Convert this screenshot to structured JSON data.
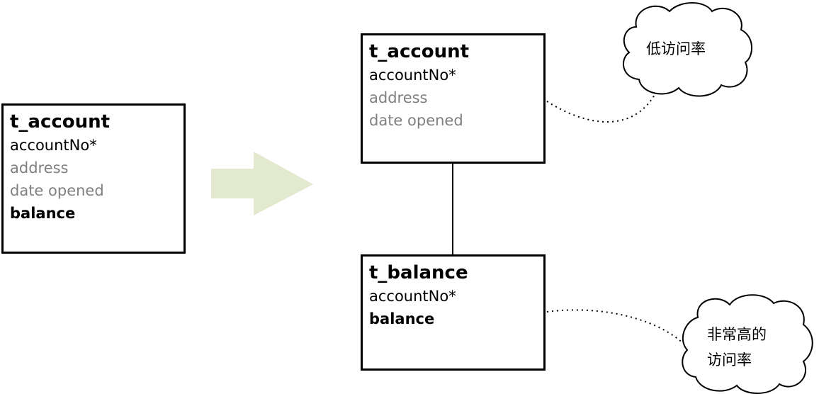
{
  "entities": {
    "original": {
      "name": "t_account",
      "fields": [
        {
          "label": "accountNo*",
          "style": "key"
        },
        {
          "label": "address",
          "style": "muted"
        },
        {
          "label": "date opened",
          "style": "muted"
        },
        {
          "label": "balance",
          "style": "bold"
        }
      ]
    },
    "split_account": {
      "name": "t_account",
      "fields": [
        {
          "label": "accountNo*",
          "style": "key"
        },
        {
          "label": "address",
          "style": "muted"
        },
        {
          "label": "date opened",
          "style": "muted"
        }
      ]
    },
    "split_balance": {
      "name": "t_balance",
      "fields": [
        {
          "label": "accountNo*",
          "style": "key"
        },
        {
          "label": "balance",
          "style": "bold"
        }
      ]
    }
  },
  "notes": {
    "low_access": "低访问率",
    "high_access_line1": "非常高的",
    "high_access_line2": "访问率"
  },
  "colors": {
    "arrow": "#e2e9cf",
    "border": "#000000",
    "muted_text": "#808080"
  }
}
